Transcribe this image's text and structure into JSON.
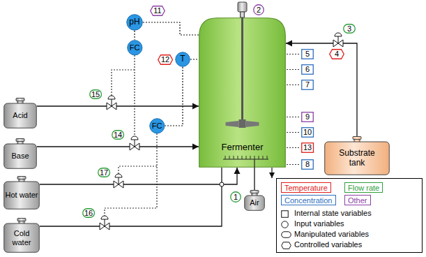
{
  "diagram": {
    "nodes": [
      {
        "text": [
          "pH"
        ]
      },
      {
        "text": [
          "FC"
        ]
      },
      {
        "text": [
          "T"
        ]
      },
      {
        "text": [
          "FC"
        ]
      },
      {
        "text": [
          "Fermenter"
        ]
      },
      {
        "text": [
          "Substrate tank"
        ]
      },
      {
        "text": [
          "Acid"
        ]
      },
      {
        "text": [
          "Base"
        ]
      },
      {
        "text": [
          "Hot water"
        ]
      },
      {
        "text": [
          "Air"
        ]
      },
      {
        "text": [
          "Cold water"
        ]
      }
    ],
    "edges": [
      {
        "from": 6,
        "to": 4,
        "arrow": "to"
      },
      {
        "from": 7,
        "to": 4,
        "arrow": "to"
      },
      {
        "from": 8,
        "to": 4,
        "arrow": "to"
      },
      {
        "from": 10,
        "to": 4,
        "arrow": "none"
      },
      {
        "from": 5,
        "to": 4,
        "arrow": "to"
      },
      {
        "from": 9,
        "to": 4,
        "arrow": "none"
      },
      {
        "from": 0,
        "to": 4,
        "arrow": "none"
      },
      {
        "from": 0,
        "to": 1,
        "arrow": "none"
      },
      {
        "from": 2,
        "to": 4,
        "arrow": "none"
      },
      {
        "from": 2,
        "to": 3,
        "arrow": "none"
      }
    ],
    "labels": [
      "1",
      "2",
      "3",
      "4",
      "5",
      "6",
      "7",
      "8",
      "9",
      "10",
      "11",
      "12",
      "13",
      "14",
      "15",
      "16",
      "17"
    ],
    "legend": [
      {
        "text": "Temperature",
        "color": "#e0201b"
      },
      {
        "text": "Flow rate",
        "color": "#2e9e3c"
      },
      {
        "text": "Concentration",
        "color": "#2f6fbf"
      },
      {
        "text": "Other",
        "color": "#8e3fa8"
      },
      {
        "text": "Internal state variables"
      },
      {
        "text": "Input variables"
      },
      {
        "text": "Manipulated variables"
      },
      {
        "text": "Controlled variables"
      }
    ]
  }
}
